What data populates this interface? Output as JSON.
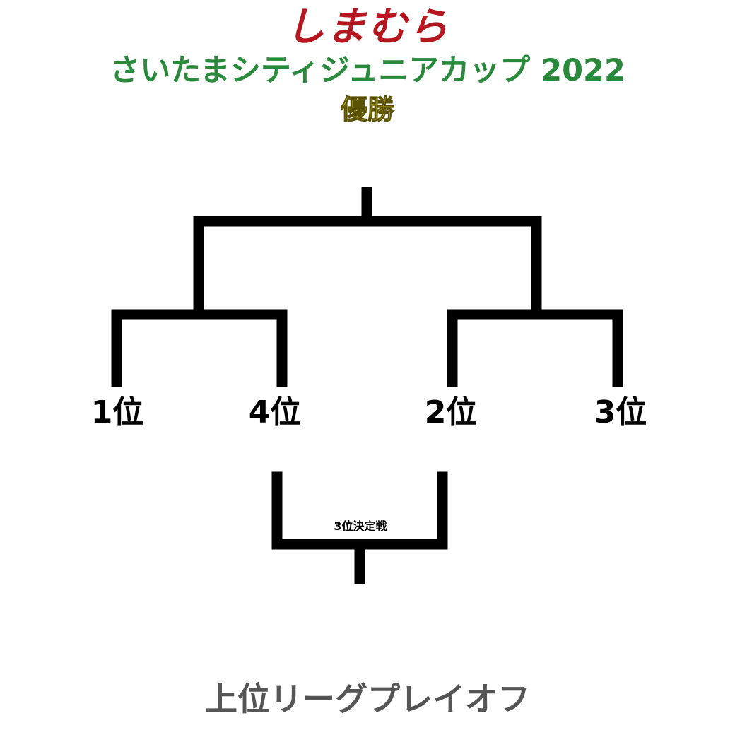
{
  "header": {
    "brand": "しまむら",
    "title": "さいたまシティジュニアカップ 2022",
    "subtitle": "優勝"
  },
  "bracket": {
    "seeds": [
      "1位",
      "4位",
      "2位",
      "3位"
    ],
    "third_place_label": "3位決定戦"
  },
  "footer": {
    "label": "上位リーグプレイオフ"
  },
  "colors": {
    "brand": "#b5161f",
    "title": "#2a8a3c",
    "subtitle": "#f5e600",
    "lines": "#000000",
    "footer": "#555555"
  }
}
